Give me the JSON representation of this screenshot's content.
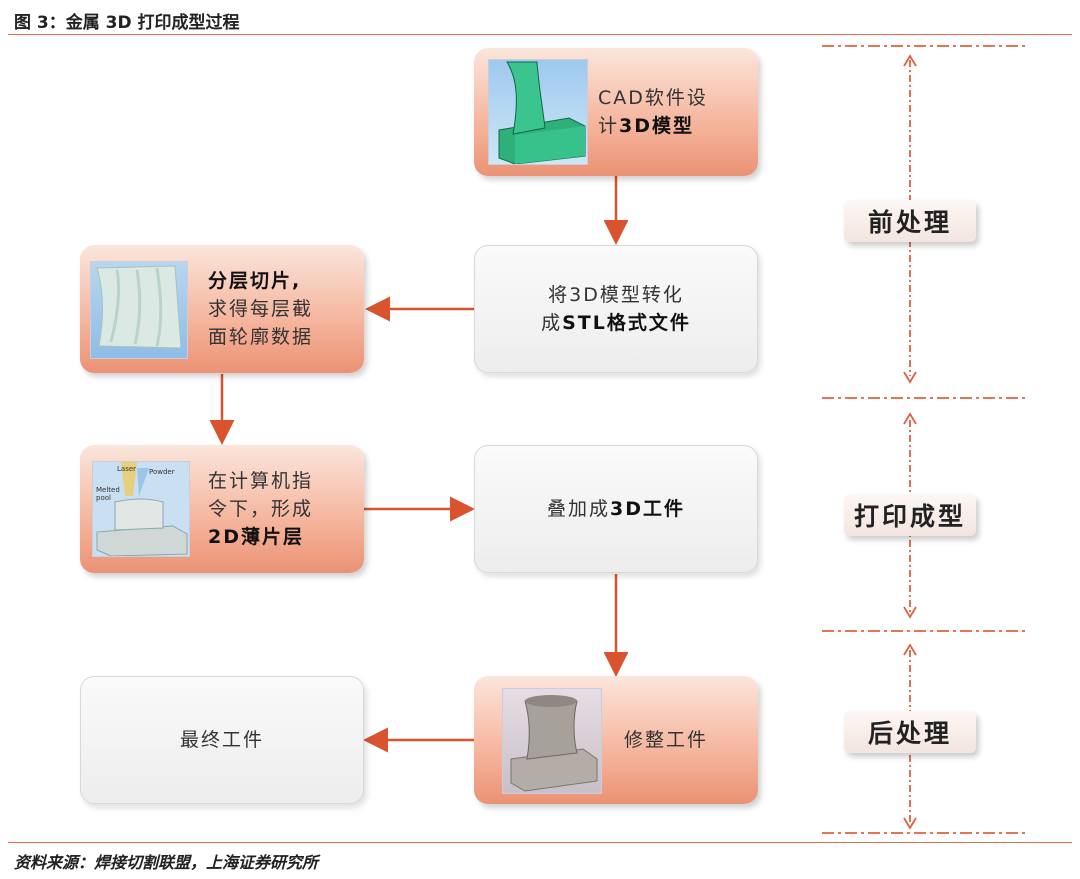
{
  "figure": {
    "title": "图 3：金属 3D 打印成型过程",
    "source": "资料来源：焊接切割联盟，上海证券研究所"
  },
  "boxes": {
    "cad": {
      "line1": "CAD软件设",
      "line2_prefix": "计",
      "line2_bold": "3D模型"
    },
    "convert": {
      "line1": "将3D模型转化",
      "line2_prefix": "成",
      "line2_bold": "STL格式文件"
    },
    "slice": {
      "line1_bold": "分层切片,",
      "line2": "求得每层截",
      "line3": "面轮廓数据"
    },
    "laser": {
      "line1": "在计算机指",
      "line2": "令下，形成",
      "line3_bold": "2D薄片层"
    },
    "stack": {
      "prefix": "叠加成",
      "bold": "3D工件"
    },
    "trim": {
      "label": "修整工件"
    },
    "final": {
      "label": "最终工件"
    }
  },
  "stages": {
    "pre": "前处理",
    "print": "打印成型",
    "post": "后处理"
  },
  "thumb_labels": {
    "laser": "Laser",
    "powder": "Powder",
    "melted": "Melted",
    "pool": "pool"
  },
  "colors": {
    "accent": "#e0613f",
    "box_orange": "#f5b49c",
    "box_gray": "#ededed"
  }
}
